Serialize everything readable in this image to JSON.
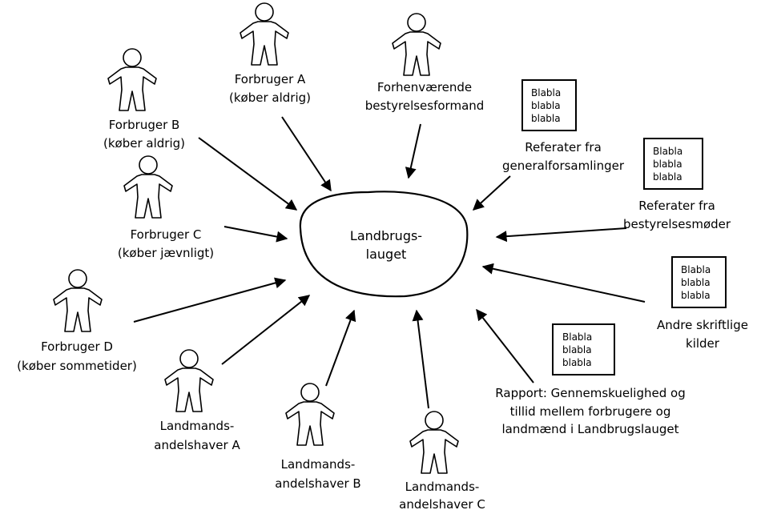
{
  "center": {
    "lines": [
      "Landbrugs-",
      "lauget"
    ]
  },
  "people": [
    {
      "lines": [
        "Forbruger A",
        "(køber aldrig)"
      ]
    },
    {
      "lines": [
        "Forhenværende",
        "bestyrelsesformand"
      ]
    },
    {
      "lines": [
        "Forbruger B",
        "(køber aldrig)"
      ]
    },
    {
      "lines": [
        "Forbruger C",
        "(køber jævnligt)"
      ]
    },
    {
      "lines": [
        "Forbruger D",
        "(køber sommetider)"
      ]
    },
    {
      "lines": [
        "Landmands-",
        "andelshaver A"
      ]
    },
    {
      "lines": [
        "Landmands-",
        "andelshaver B"
      ]
    },
    {
      "lines": [
        "Landmands-",
        "andelshaver C"
      ]
    }
  ],
  "documents": [
    {
      "doc_lines": [
        "Blabla",
        "blabla",
        "blabla"
      ],
      "lines": [
        "Referater fra",
        "generalforsamlinger"
      ]
    },
    {
      "doc_lines": [
        "Blabla",
        "blabla",
        "blabla"
      ],
      "lines": [
        "Referater fra",
        "bestyrelsesmøder"
      ]
    },
    {
      "doc_lines": [
        "Blabla",
        "blabla",
        "blabla"
      ],
      "lines": [
        "Andre skriftlige",
        "kilder"
      ]
    },
    {
      "doc_lines": [
        "Blabla",
        "blabla",
        "blabla"
      ],
      "lines": [
        "Rapport: Gennemskuelighed og",
        "tillid mellem forbrugere og",
        "landmænd i Landbrugslauget"
      ]
    }
  ]
}
